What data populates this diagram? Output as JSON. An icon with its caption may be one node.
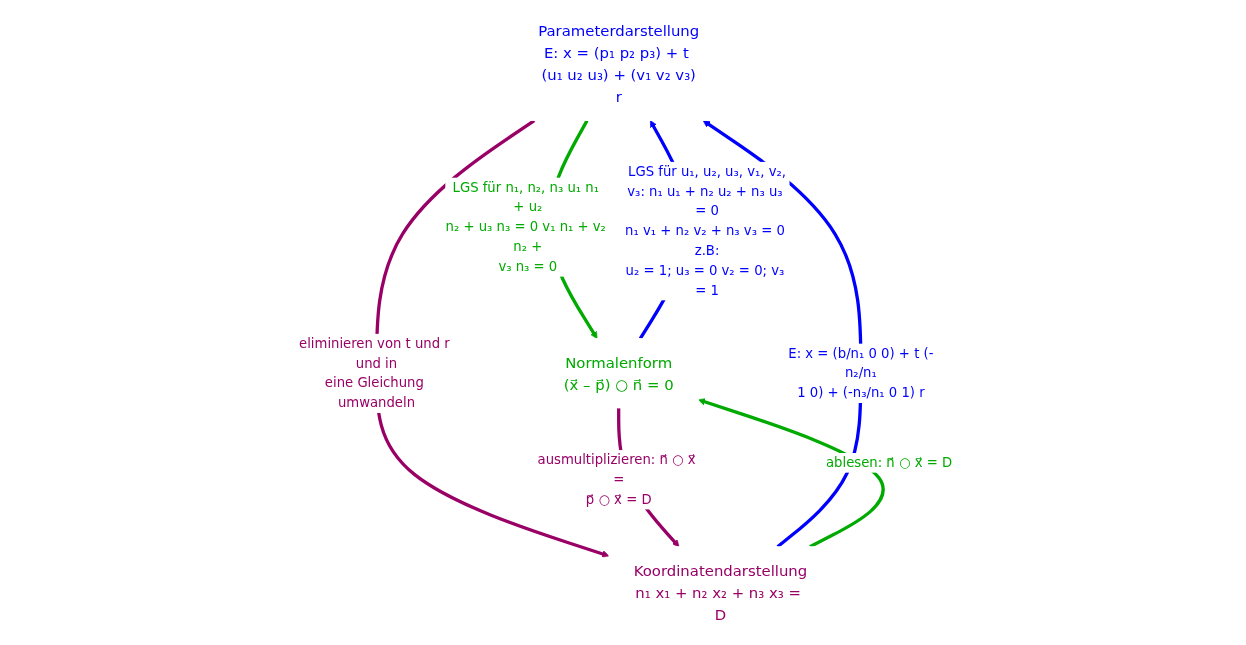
{
  "diagram": {
    "nodes": [
      {
        "text": [
          "Parameterdarstellung",
          "E: x = (p₁ p₂ p₃) + t (u₁ u₂ u₃) + (v₁ v₂ v₃)",
          "r"
        ]
      },
      {
        "text": [
          "Normalenform",
          "(x⃗ – p⃗) ○ n⃗ = 0"
        ]
      },
      {
        "text": [
          "Koordinatendarstellung",
          "n₁ x₁ + n₂ x₂ + n₃ x₃ = D"
        ]
      }
    ],
    "edges": [
      {
        "from": 0,
        "to": 1,
        "arrow": "to",
        "color": "#00aa00",
        "label": "LGS für n₁, n₂, n₃ u₁ n₁ + u₂ n₂ + u₃ n₃ = 0 v₁ n₁ + v₂ n₂ + v₃ n₃ = 0"
      },
      {
        "from": 1,
        "to": 0,
        "arrow": "to",
        "color": "#0000ff",
        "label": "LGS für u₁, u₂, u₃, v₁, v₂, v₃: n₁ u₁ + n₂ u₂ + n₃ u₃ = 0 n₁ v₁ + n₂ v₂ + n₃ v₃ = 0 z.B: u₂ = 1; u₃ = 0 v₂ = 0; v₃ = 1"
      },
      {
        "from": 0,
        "to": 2,
        "arrow": "to",
        "color": "#990066",
        "label": "eliminieren von t und r und in eine Gleichung umwandeln"
      },
      {
        "from": 2,
        "to": 0,
        "arrow": "to",
        "color": "#0000ff",
        "label": "E: x = (b/n₁ 0 0) + t (-n₂/n₁ 1 0) + (-n₃/n₁ 0 1) r"
      },
      {
        "from": 2,
        "to": 1,
        "arrow": "to",
        "color": "#00aa00",
        "label": "ablesen: n⃗ ○ x⃗ = D"
      },
      {
        "from": 1,
        "to": 2,
        "arrow": "to",
        "color": "#990066",
        "label": "ausmultiplizieren: n⃗ ○ x⃗ = p⃗ ○ x⃗ = D"
      }
    ]
  }
}
